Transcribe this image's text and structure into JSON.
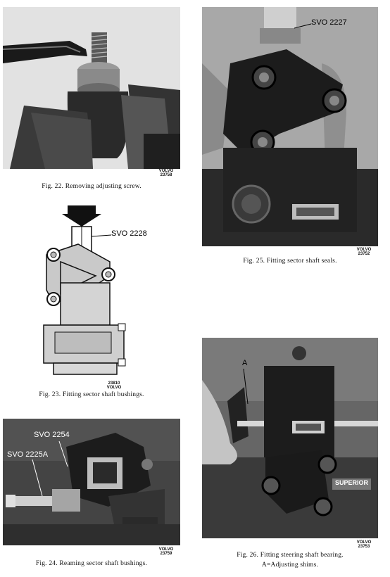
{
  "figures": {
    "fig22": {
      "caption": "Fig. 22. Removing adjusting screw.",
      "maker": "VOLVO",
      "code": "23758"
    },
    "fig23": {
      "caption": "Fig. 23. Fitting sector shaft bushings.",
      "tool": "SVO 2228",
      "maker": "VOLVO",
      "code": "23810"
    },
    "fig24": {
      "caption": "Fig. 24. Reaming sector shaft bushings.",
      "tool_a": "SVO 2254",
      "tool_b": "SVO 2225A",
      "maker": "VOLVO",
      "code": "23759"
    },
    "fig25": {
      "caption": "Fig. 25. Fitting sector shaft seals.",
      "tool": "SVO 2227",
      "maker": "VOLVO",
      "code": "23752"
    },
    "fig26": {
      "caption_line1": "Fig. 26. Fitting steering shaft bearing.",
      "caption_line2": "A=Adjusting shims.",
      "label_a": "A",
      "brand": "SUPERIOR",
      "maker": "VOLVO",
      "code": "23753"
    }
  }
}
